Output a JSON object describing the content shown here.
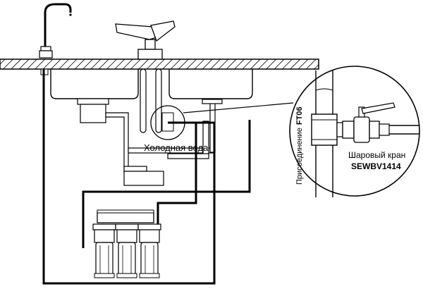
{
  "labels": {
    "cold_water": "Холодная вода",
    "valve_name": "Шаровый кран",
    "valve_code": "SEWBV1414",
    "connection_name": "Присоединение",
    "connection_code": "FT06"
  },
  "colors": {
    "line": "#000000",
    "tube": "#222222",
    "fill_light": "#f2f2f2",
    "background": "#ffffff"
  },
  "icons": {
    "faucet": "drinking-water-faucet-icon",
    "mixer": "kitchen-mixer-icon",
    "valve": "ball-valve-icon",
    "filter": "filter-housing-icon"
  }
}
